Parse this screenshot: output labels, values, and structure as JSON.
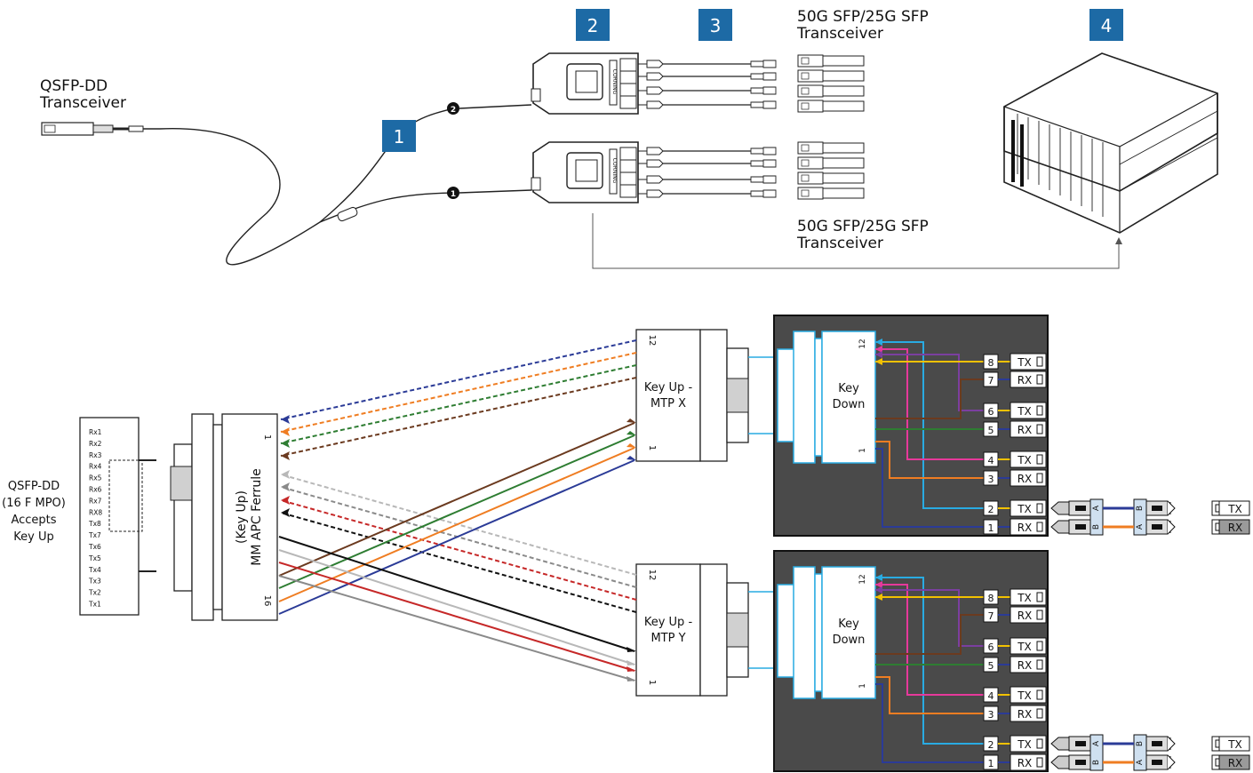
{
  "top": {
    "qsfp_label_1": "QSFP-DD",
    "qsfp_label_2": "Transceiver",
    "callouts": [
      "1",
      "2",
      "3",
      "4"
    ],
    "sfp_top_1": "50G SFP/25G SFP",
    "sfp_top_2": "Transceiver",
    "sfp_bottom_1": "50G SFP/25G SFP",
    "sfp_bottom_2": "Transceiver",
    "leg_markers": [
      "2",
      "1"
    ],
    "module_brand": "CORNING"
  },
  "qsfp": {
    "label_lines": [
      "QSFP-DD",
      "(16 F MPO)",
      "Accepts",
      "Key Up"
    ],
    "pins": [
      "Rx1",
      "Rx2",
      "Rx3",
      "Rx4",
      "Rx5",
      "Rx6",
      "Rx7",
      "RX8",
      "Tx8",
      "Tx7",
      "Tx6",
      "Tx5",
      "Tx4",
      "Tx3",
      "Tx2",
      "Tx1"
    ]
  },
  "ferrule": {
    "line1": "(Key Up)",
    "line2": "MM APC Ferrule",
    "pos_start": "1",
    "pos_end": "16"
  },
  "mtp_x": {
    "line1": "Key Up -",
    "line2": "MTP X",
    "pos_12": "12",
    "pos_1": "1"
  },
  "mtp_y": {
    "line1": "Key Up -",
    "line2": "MTP Y",
    "pos_12": "12",
    "pos_1": "1"
  },
  "module": {
    "key_line1": "Key",
    "key_line2": "Down",
    "pos_12": "12",
    "pos_1": "1",
    "ports": [
      {
        "num": "8",
        "label": "TX"
      },
      {
        "num": "7",
        "label": "RX"
      },
      {
        "num": "6",
        "label": "TX"
      },
      {
        "num": "5",
        "label": "RX"
      },
      {
        "num": "4",
        "label": "TX"
      },
      {
        "num": "3",
        "label": "RX"
      },
      {
        "num": "2",
        "label": "TX"
      },
      {
        "num": "1",
        "label": "RX"
      }
    ]
  },
  "duplex": {
    "a": "A",
    "b": "B",
    "tx": "TX",
    "rx": "RX"
  },
  "colors": {
    "blue": "#2b3b97",
    "orange": "#ef7d22",
    "green": "#2e7d32",
    "brown": "#6b3a1f",
    "gray": "#8a8a8a",
    "silver": "#b8b8b8",
    "red": "#c62828",
    "black": "#111111",
    "aqua": "#29abe2",
    "magenta": "#e6399b",
    "yellow": "#f2c100",
    "violet": "#7b3fa0",
    "callout": "#1d6aa5",
    "module_bg": "#4a4a4a"
  }
}
